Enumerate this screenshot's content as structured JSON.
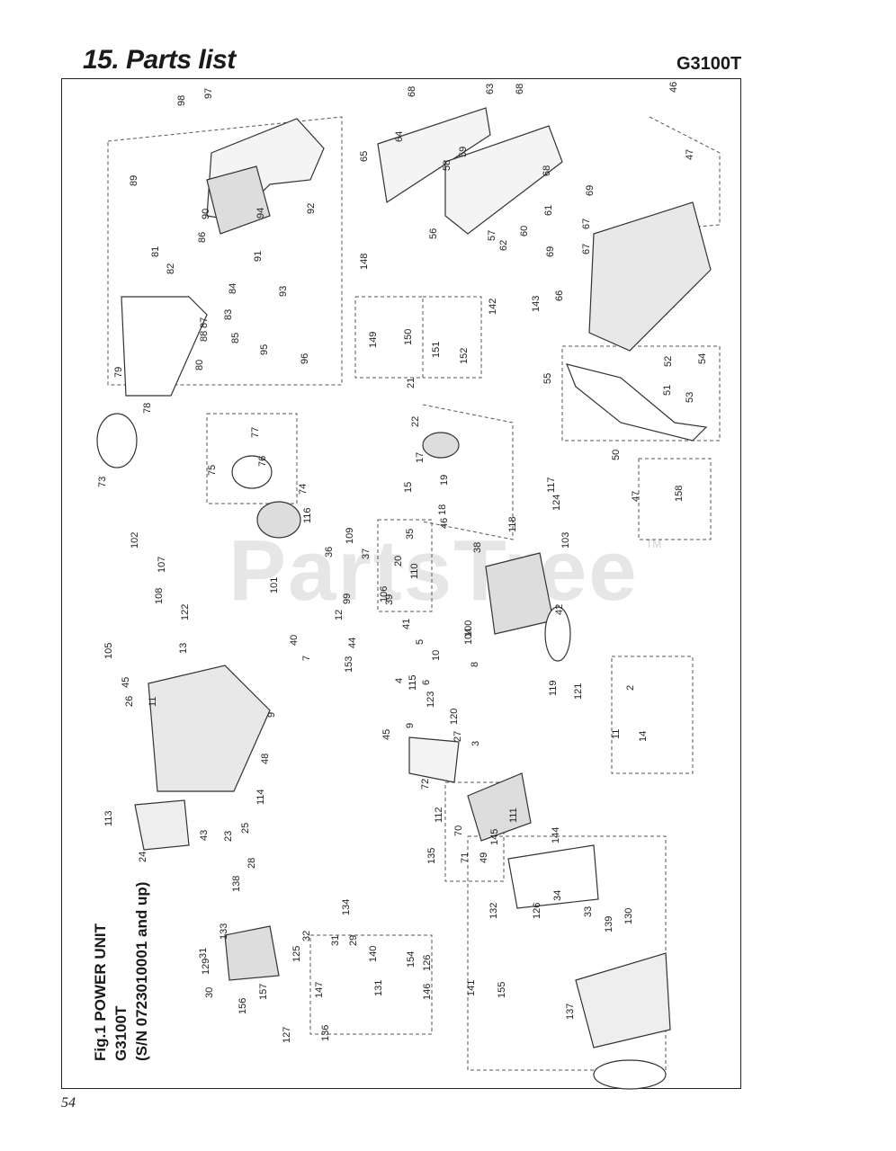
{
  "header": {
    "title": "15. Parts list",
    "model": "G3100T"
  },
  "watermark": {
    "text": "PartsTree",
    "tm": "TM"
  },
  "caption": {
    "line1": "Fig.1 POWER UNIT",
    "line2": "G3100T",
    "line3": "(S/N 0723010001 and up)"
  },
  "page_number": "54",
  "callouts": [
    "98",
    "97",
    "68",
    "63",
    "68",
    "46",
    "89",
    "64",
    "65",
    "59",
    "58",
    "68",
    "69",
    "47",
    "94",
    "92",
    "86",
    "90",
    "91",
    "61",
    "67",
    "67",
    "56",
    "57",
    "62",
    "60",
    "81",
    "82",
    "84",
    "148",
    "69",
    "93",
    "83",
    "88",
    "85",
    "87",
    "80",
    "95",
    "96",
    "142",
    "143",
    "66",
    "149",
    "150",
    "151",
    "152",
    "79",
    "55",
    "52",
    "54",
    "51",
    "53",
    "78",
    "21",
    "50",
    "77",
    "75",
    "76",
    "22",
    "17",
    "19",
    "18",
    "15",
    "46",
    "47",
    "158",
    "73",
    "74",
    "116",
    "117",
    "124",
    "118",
    "103",
    "102",
    "107",
    "109",
    "36",
    "35",
    "37",
    "20",
    "38",
    "110",
    "39",
    "101",
    "106",
    "108",
    "99",
    "12",
    "122",
    "41",
    "42",
    "40",
    "13",
    "7",
    "5",
    "100",
    "104",
    "105",
    "153",
    "44",
    "45",
    "26",
    "11",
    "9",
    "4",
    "6",
    "10",
    "8",
    "9",
    "115",
    "123",
    "120",
    "119",
    "121",
    "2",
    "11",
    "14",
    "45",
    "27",
    "3",
    "48",
    "114",
    "72",
    "113",
    "112",
    "111",
    "70",
    "71",
    "135",
    "49",
    "145",
    "144",
    "24",
    "43",
    "23",
    "25",
    "28",
    "138",
    "134",
    "133",
    "132",
    "126",
    "34",
    "33",
    "32",
    "31",
    "29",
    "140",
    "154",
    "31",
    "125",
    "131",
    "126",
    "139",
    "130",
    "129",
    "141",
    "155",
    "30",
    "147",
    "146",
    "157",
    "156",
    "127",
    "136",
    "137"
  ]
}
